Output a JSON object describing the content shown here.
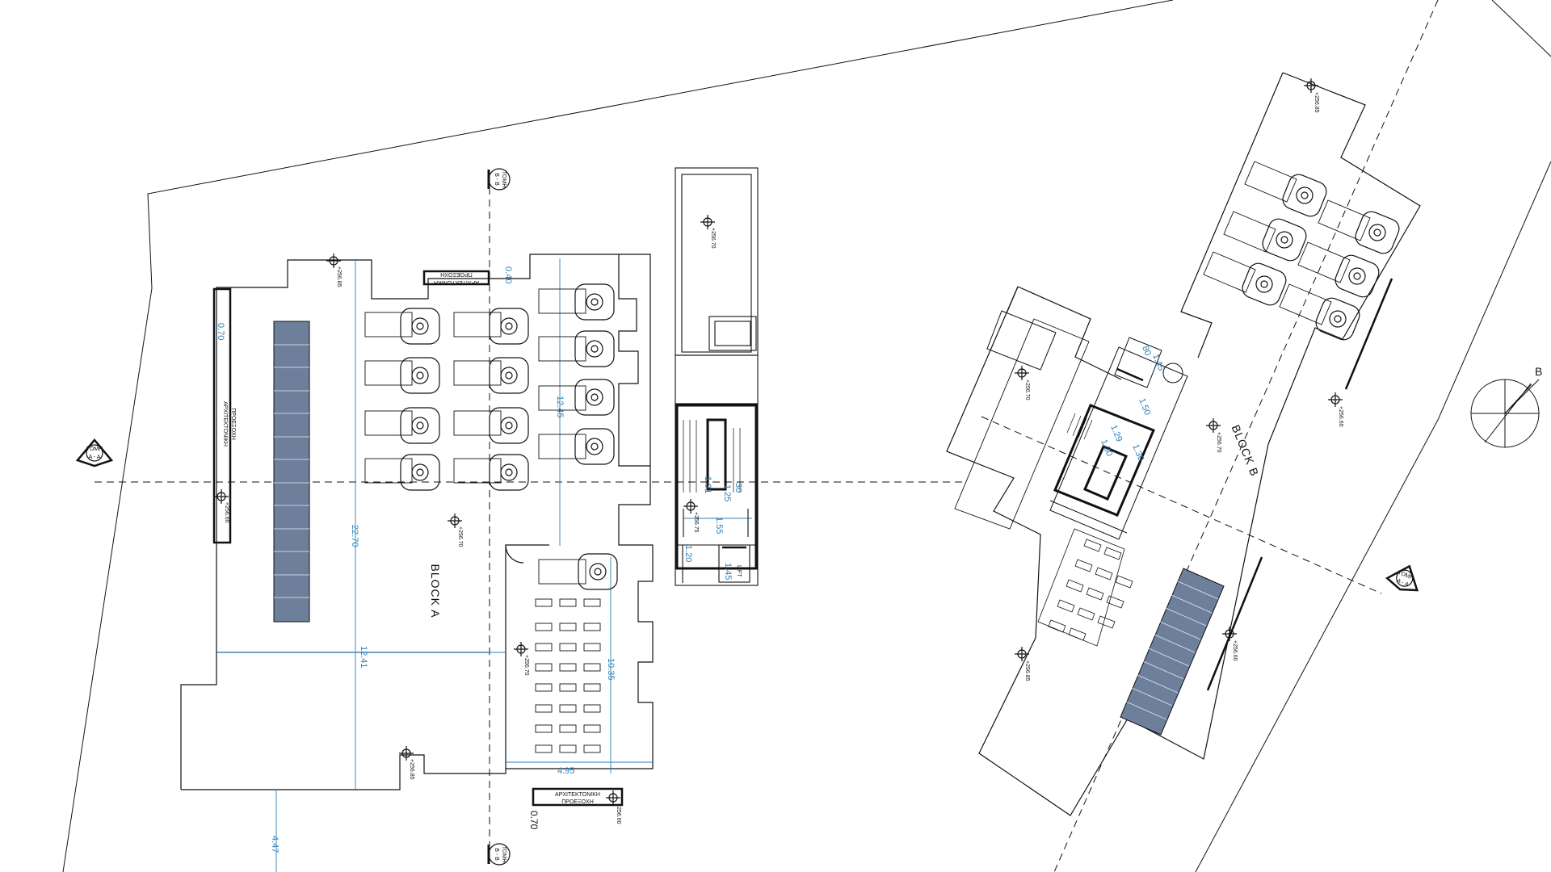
{
  "blocks": {
    "a_label": "BLOCK A",
    "b_label": "BLOCK B"
  },
  "annotations": {
    "arch_projection": "ΑΡΧΙΤΕΚΤΟΝΙΚΗ",
    "arch_projection_line2": "ΠΡΟΕΞΟΧΗ"
  },
  "section_markers": {
    "tomi_label": "ΤΟΜΗ",
    "aa": "Α - Α",
    "bb": "Β - Β"
  },
  "levels": {
    "a_top_left": "+256.85",
    "a_bottom_left": "+256.85",
    "a_left_wall": "+256.60",
    "a_center": "+256.70",
    "a_tower": "+256.70",
    "a_stair": "+256.75",
    "a_lower_mid": "+256.70",
    "a_bottom_right": "+256.60",
    "b_top": "+256.85",
    "b_room": "+256.70",
    "b_center": "+256.70",
    "b_right": "+256.60",
    "b_bottom_left": "+256.85",
    "b_bottom_right": "+256.60"
  },
  "dimensions": {
    "d_070_top": "0.40",
    "d_070_left": "0.70",
    "d_2270": "22.70",
    "d_1245": "12.45",
    "d_1241": "12.41",
    "d_1035": "10.35",
    "d_495": "4.95",
    "d_070_bottom": "0.70",
    "d_447": "4.47",
    "d_191": "1.91",
    "d_125": "1.25",
    "d_155": "1.55",
    "d_120": "1.20",
    "d_145": "1.45",
    "d_30": "30",
    "b_80": "80",
    "b_145": "1.45",
    "b_150": "1.50",
    "b_129": "1.29",
    "b_130": "1.30",
    "b_130b": "1.30"
  },
  "equipment": {
    "lift_label": "LIFT"
  },
  "north": {
    "letter": "B"
  },
  "colors": {
    "line": "#111111",
    "dimension": "#2b7fb8",
    "solar_panel": "#6d7f9a",
    "solar_grid": "#c9d2df"
  }
}
